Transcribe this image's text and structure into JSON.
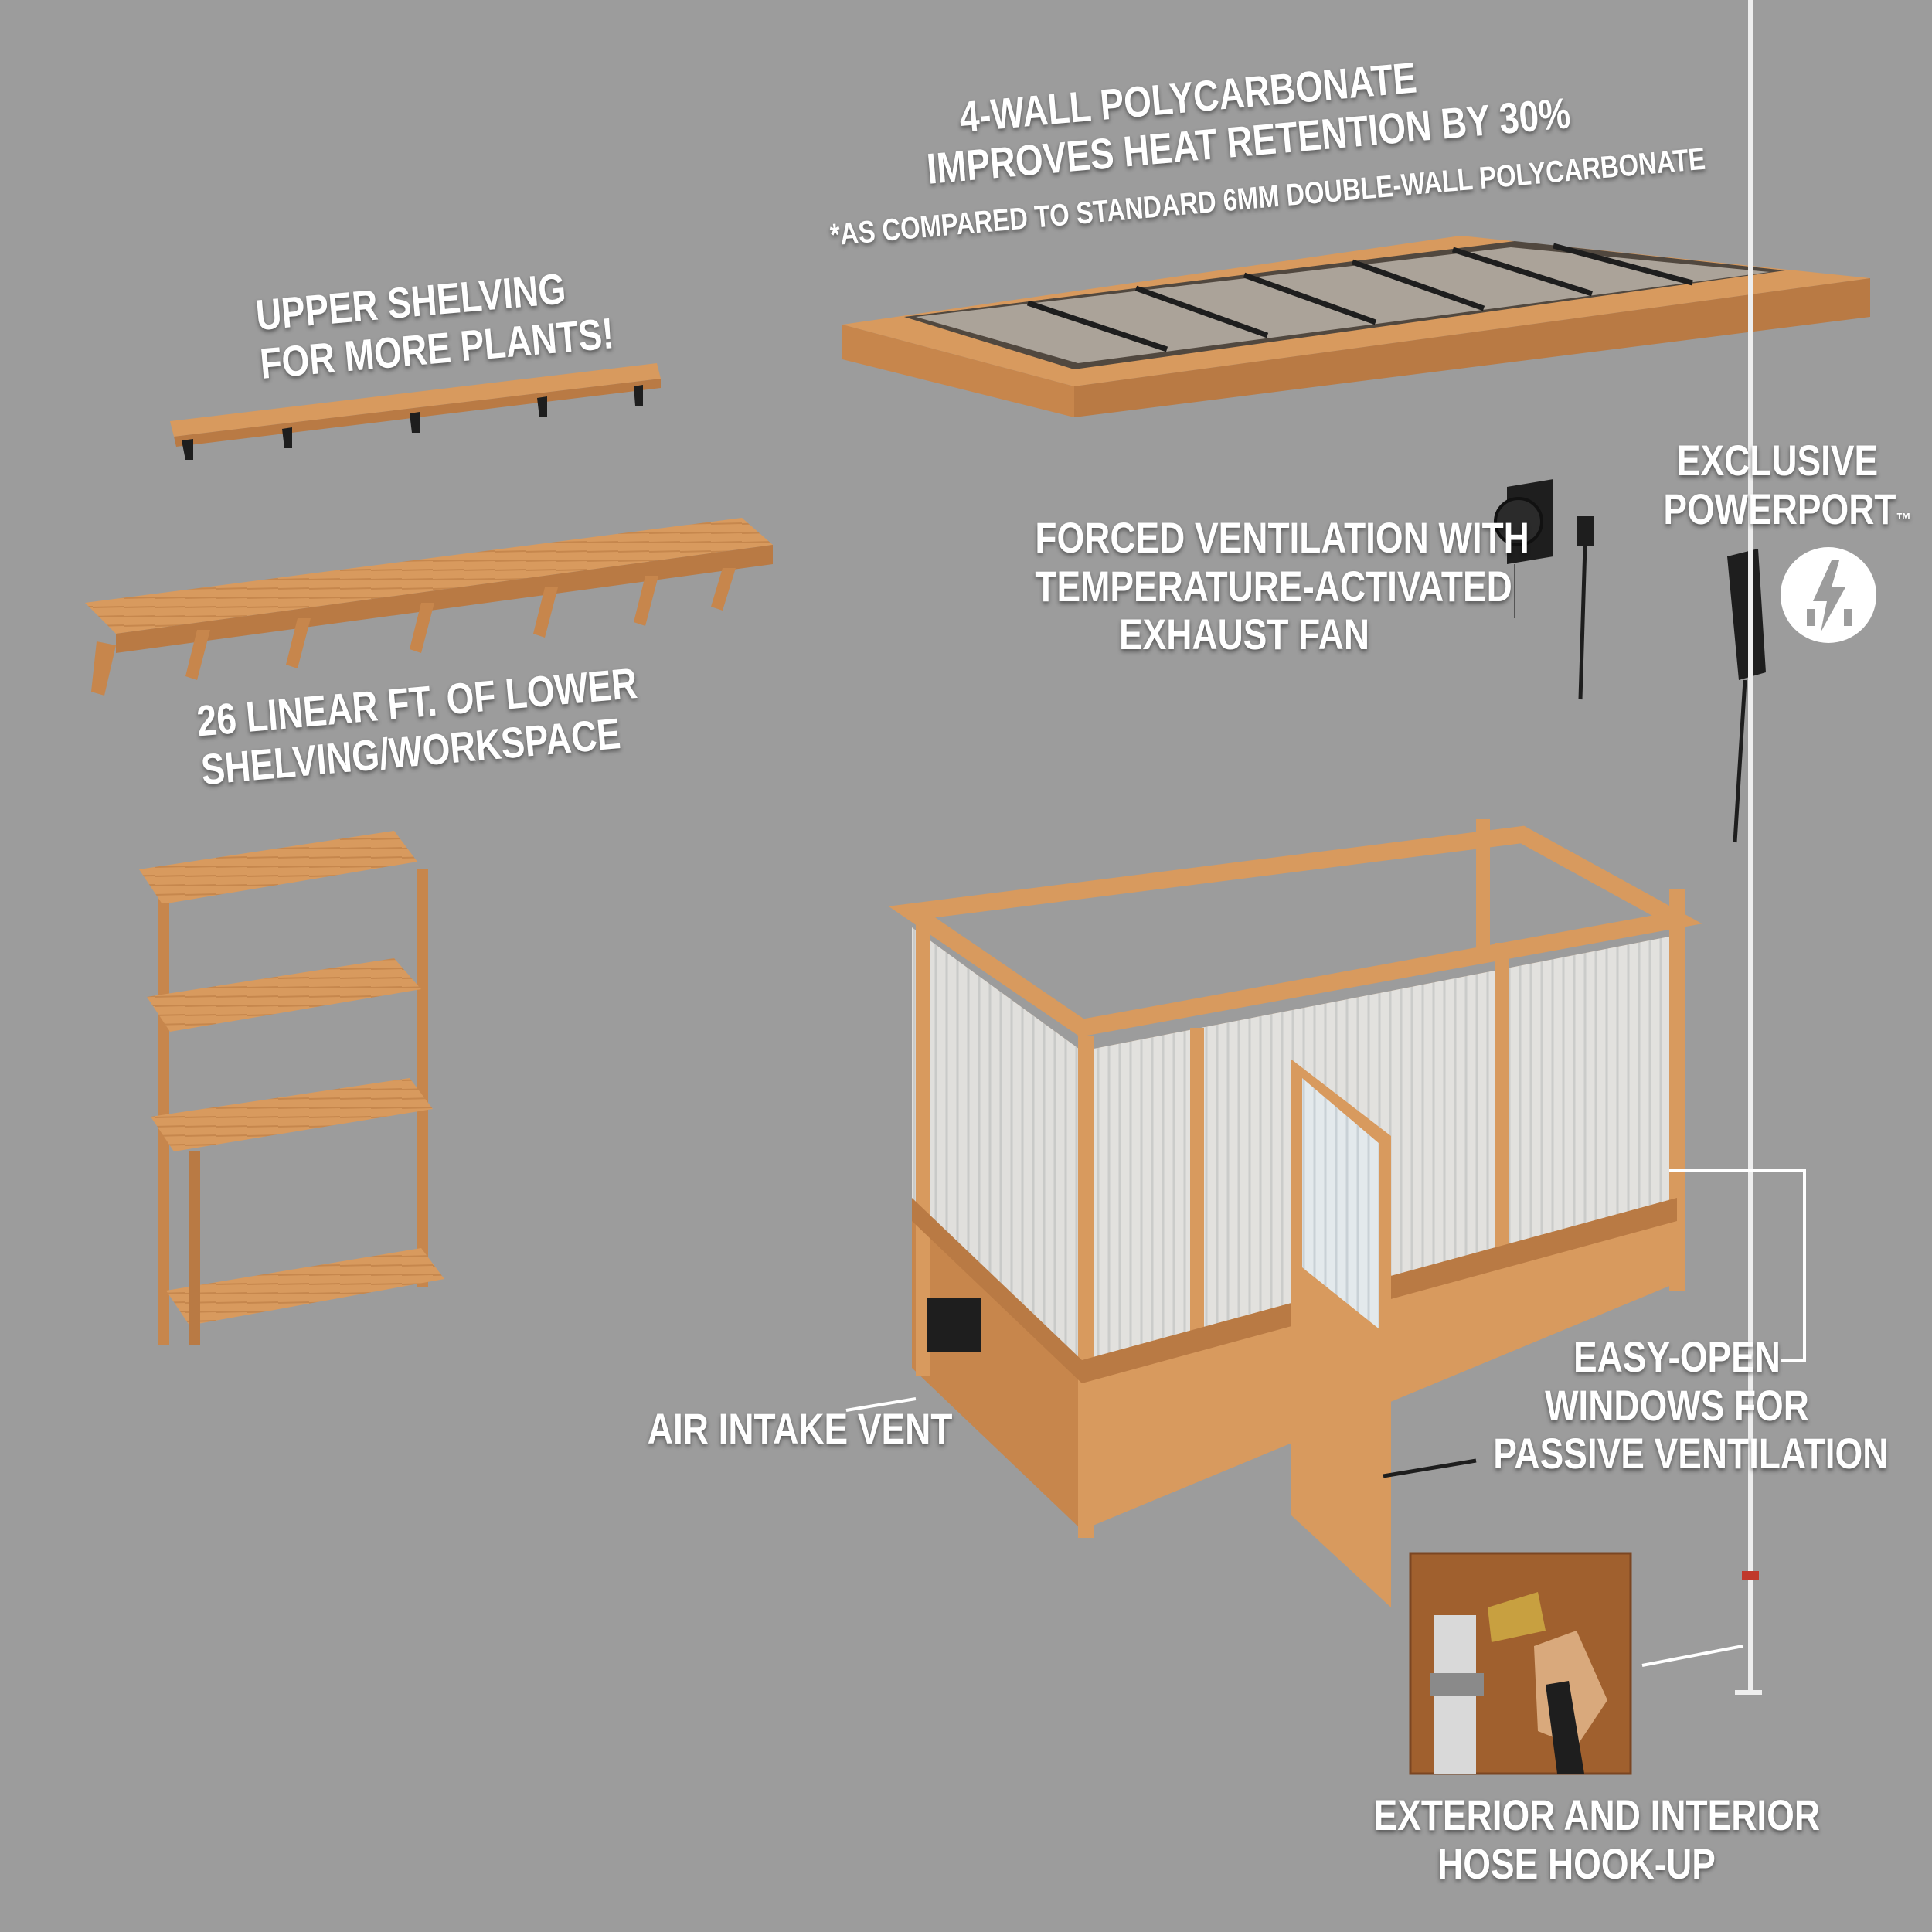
{
  "callouts": {
    "roof": {
      "line1": "4-WALL POLYCARBONATE",
      "line2": "IMPROVES HEAT RETENTION BY 30%",
      "footnote": "*AS COMPARED TO STANDARD 6MM DOUBLE-WALL POLYCARBONATE"
    },
    "upper_shelving": {
      "line1": "UPPER SHELVING",
      "line2": "FOR MORE PLANTS!"
    },
    "lower_shelving": {
      "line1": "26 LINEAR FT. OF LOWER",
      "line2": "SHELVING/WORKSPACE"
    },
    "ventilation": {
      "line1": "FORCED VENTILATION WITH",
      "line2": "TEMPERATURE-ACTIVATED",
      "line3": "EXHAUST FAN"
    },
    "powerport": {
      "line1": "EXCLUSIVE",
      "line2": "POWERPORT",
      "trademark": "™"
    },
    "air_intake": {
      "label": "AIR INTAKE VENT"
    },
    "windows": {
      "line1": "EASY-OPEN",
      "line2": "WINDOWS FOR",
      "line3": "PASSIVE VENTILATION"
    },
    "hose": {
      "line1": "EXTERIOR AND INTERIOR",
      "line2": "HOSE HOOK-UP"
    }
  },
  "icons": [
    "powerport-icon",
    "exhaust-fan-icon",
    "sensor-probe-icon",
    "hose-bracket-icon"
  ],
  "colors": {
    "background": "#9c9c9c",
    "wood": "#d89a5e",
    "wood_dark": "#b97a44",
    "panel": "#dfe6ea",
    "metal": "#1e1e1e",
    "text": "#ffffff"
  }
}
